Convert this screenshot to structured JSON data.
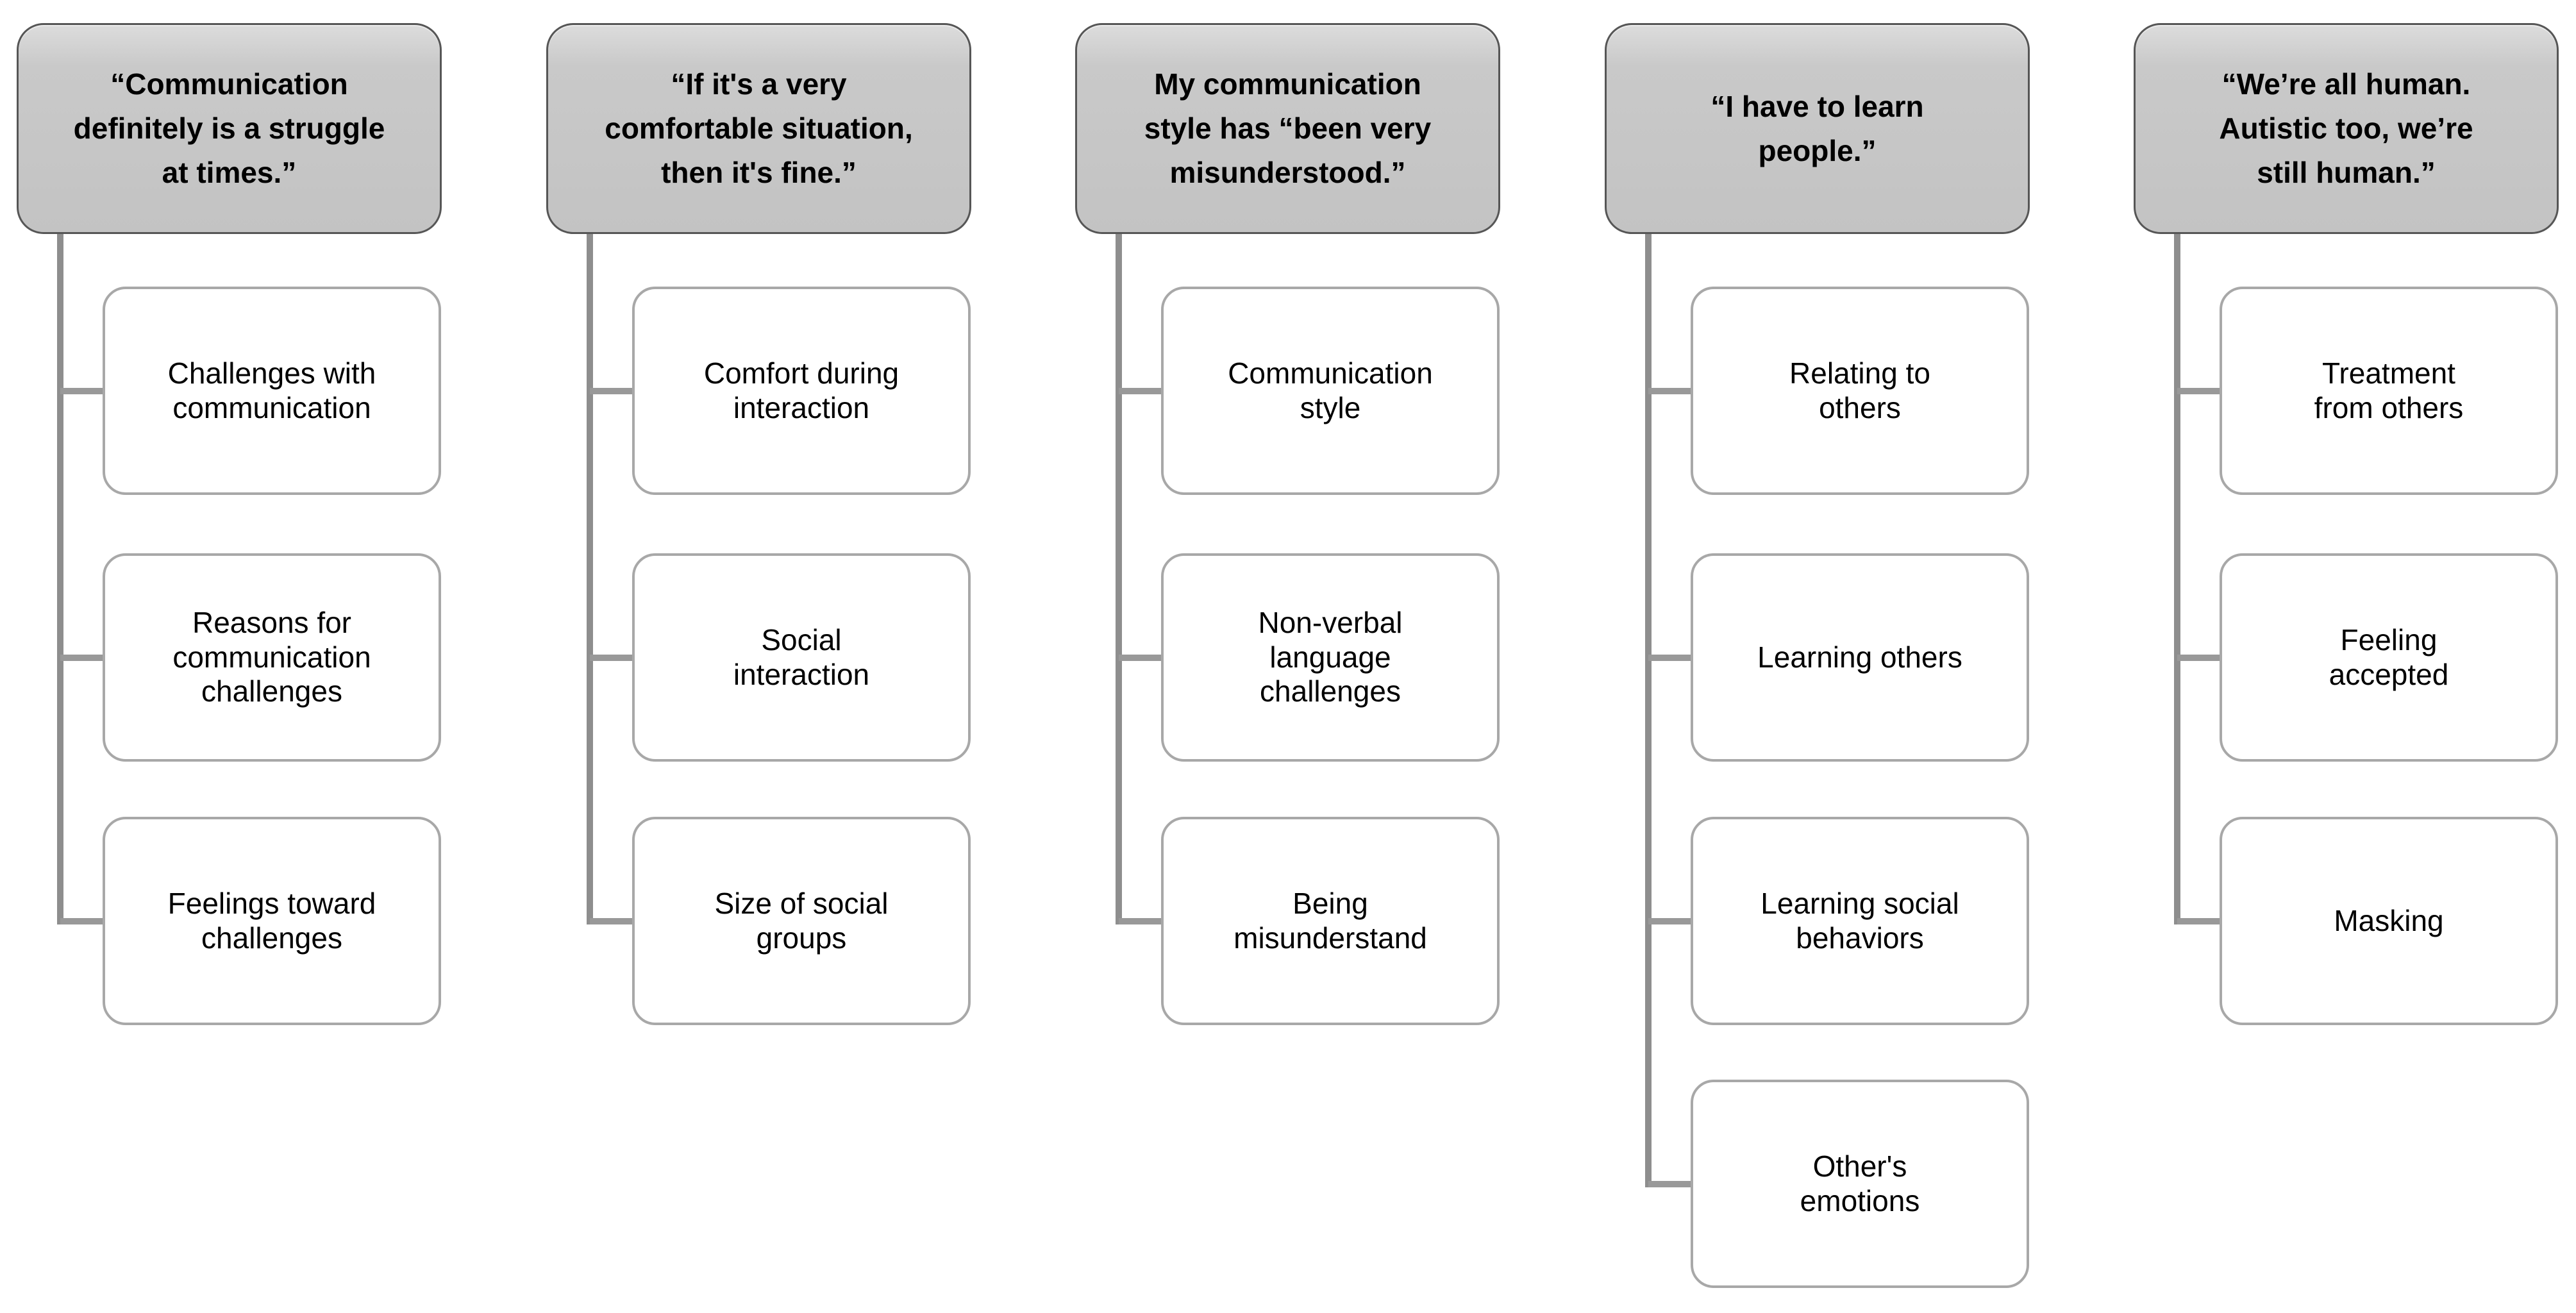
{
  "diagram": {
    "type": "thematic-hierarchy",
    "columns": [
      {
        "quote": "“Communication\ndefinitely is a struggle\nat times.”",
        "children": [
          "Challenges with\ncommunication",
          "Reasons for\ncommunication\nchallenges",
          "Feelings toward\nchallenges"
        ]
      },
      {
        "quote": "“If it's a very\ncomfortable situation,\nthen it's fine.”",
        "children": [
          "Comfort during\ninteraction",
          "Social\ninteraction",
          "Size of social\ngroups"
        ]
      },
      {
        "quote": "My communication\nstyle has “been very\nmisunderstood.”",
        "children": [
          "Communication\nstyle",
          "Non-verbal\nlanguage\nchallenges",
          "Being\nmisunderstand"
        ]
      },
      {
        "quote": "“I have to learn\npeople.”",
        "children": [
          "Relating to\nothers",
          "Learning others",
          "Learning social\nbehaviors",
          "Other's\nemotions"
        ]
      },
      {
        "quote": "“We’re all human.\nAutistic too, we’re\nstill human.”",
        "children": [
          "Treatment\nfrom others",
          "Feeling\naccepted",
          "Masking"
        ]
      }
    ]
  },
  "style": {
    "background": "#ffffff",
    "header_fill_top": "#dcdcdc",
    "header_fill_bottom": "#c3c3c3",
    "header_border": "#565656",
    "child_fill": "#ffffff",
    "child_border": "#a8a8a8",
    "connector": "#8e8e8e",
    "text": "#000000"
  }
}
